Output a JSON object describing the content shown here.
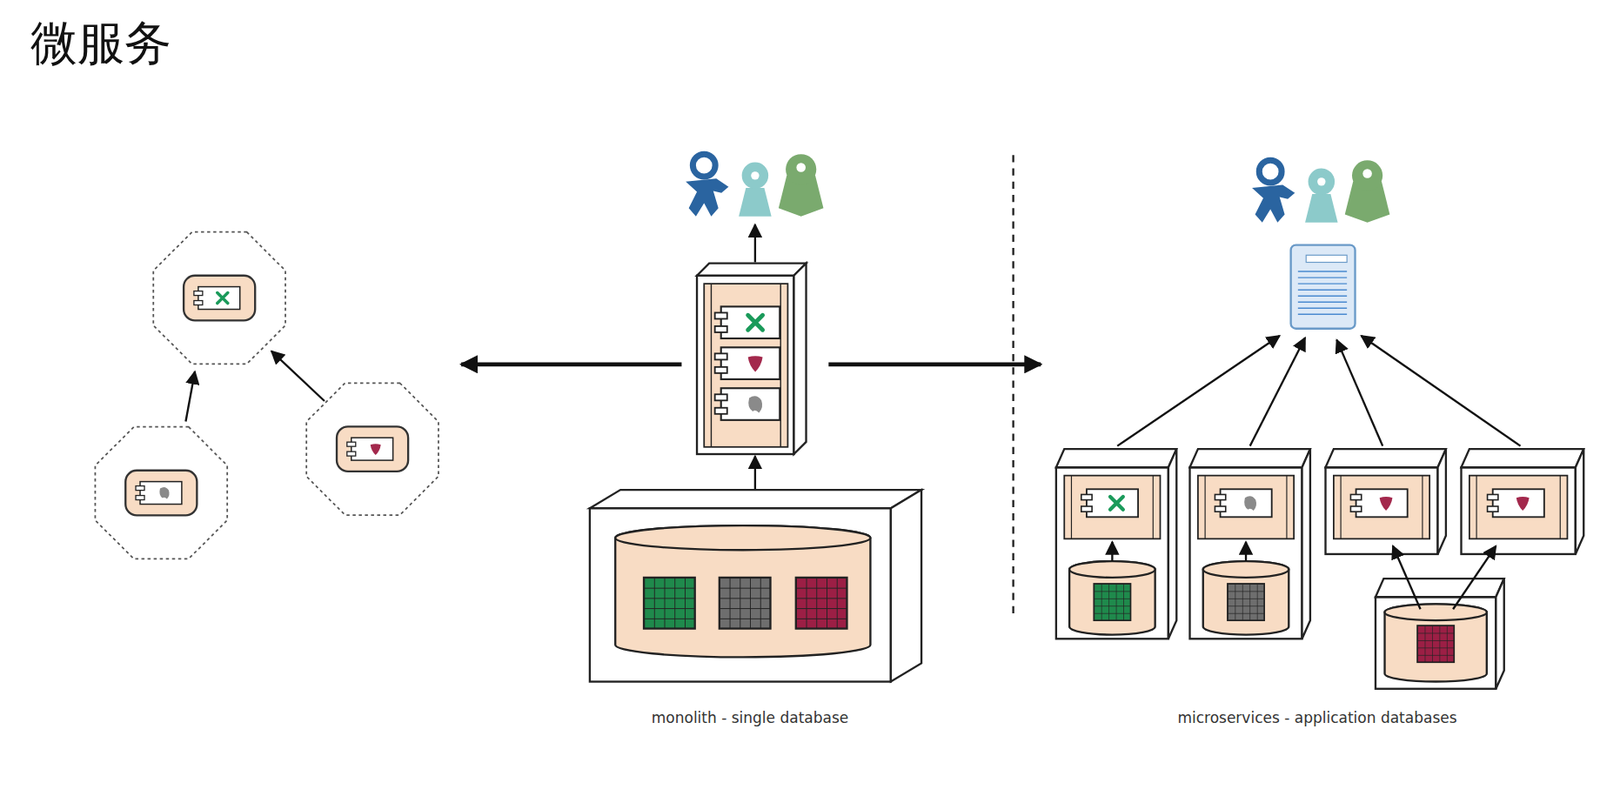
{
  "diagram": {
    "title": "微服务",
    "labels": [
      "monolith - single database",
      "microservices - application databases"
    ]
  }
}
